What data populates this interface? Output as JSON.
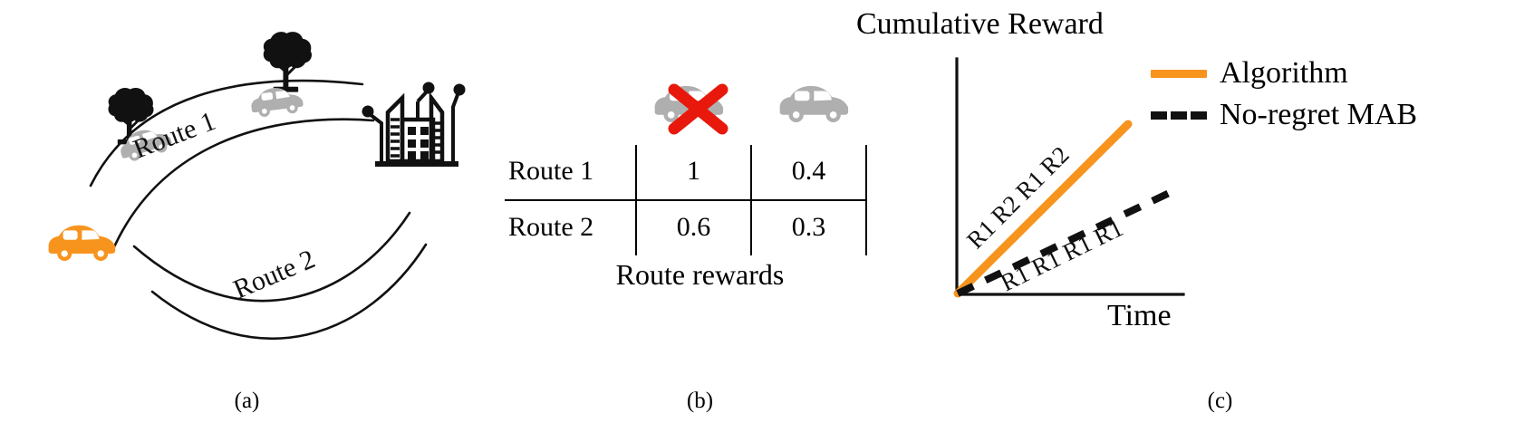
{
  "figure": {
    "panels": [
      {
        "id": "a",
        "caption": "(a)"
      },
      {
        "id": "b",
        "caption": "(b)"
      },
      {
        "id": "c",
        "caption": "(c)"
      }
    ]
  },
  "colors": {
    "accent_orange": "#F7941E",
    "grey_car": "#AFAFAF",
    "cross_red": "#E8190C",
    "black": "#111111"
  },
  "panel_a": {
    "routes": [
      {
        "label": "Route 1"
      },
      {
        "label": "Route 2"
      }
    ],
    "icons": {
      "ego_car": "orange-car-icon",
      "traffic_car": "grey-car-icon",
      "tree": "tree-icon",
      "destination": "smart-city-building-icon"
    }
  },
  "panel_b": {
    "title": "Route rewards",
    "column_headers": [
      {
        "icon": "grey-car-crossed-out-icon",
        "crossed": true
      },
      {
        "icon": "grey-car-icon",
        "crossed": false
      }
    ],
    "rows": [
      {
        "label": "Route 1",
        "values": [
          "1",
          "0.4"
        ]
      },
      {
        "label": "Route 2",
        "values": [
          "0.6",
          "0.3"
        ]
      }
    ]
  },
  "panel_c": {
    "ylabel": "Cumulative Reward",
    "xlabel": "Time",
    "legend": [
      {
        "label": "Algorithm",
        "style": "solid",
        "color": "#F7941E"
      },
      {
        "label": "No-regret MAB",
        "style": "dashed",
        "color": "#111111"
      }
    ],
    "annotations": [
      {
        "text": "R1 R2 R1 R2",
        "series": "Algorithm"
      },
      {
        "text": "R1 R1 R1 R1",
        "series": "No-regret MAB"
      }
    ]
  },
  "chart_data": {
    "type": "line",
    "title": "",
    "xlabel": "Time",
    "ylabel": "Cumulative Reward",
    "xlim": [
      0,
      10
    ],
    "ylim": [
      0,
      10
    ],
    "grid": false,
    "legend_position": "top-right",
    "x": [
      0,
      10
    ],
    "series": [
      {
        "name": "Algorithm",
        "style": "solid",
        "color": "#F7941E",
        "x": [
          0,
          6.6
        ],
        "values": [
          0,
          8.2
        ],
        "annotation": "R1 R2 R1 R2"
      },
      {
        "name": "No-regret MAB",
        "style": "dashed",
        "color": "#111111",
        "x": [
          0,
          8.6
        ],
        "values": [
          0,
          4.0
        ],
        "annotation": "R1 R1 R1 R1"
      }
    ]
  }
}
